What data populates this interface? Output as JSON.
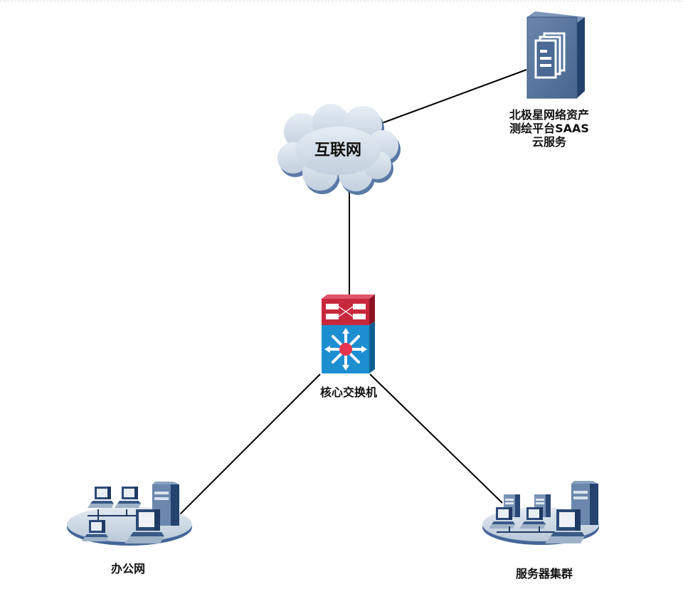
{
  "diagram": {
    "type": "network-topology",
    "nodes": {
      "saas": {
        "label_lines": [
          "北极星网络资产",
          "测绘平台SAAS",
          "云服务"
        ],
        "icon": "document-server-icon"
      },
      "internet": {
        "label": "互联网",
        "icon": "cloud-icon"
      },
      "core_switch": {
        "label": "核心交换机",
        "icon": "layer3-switch-icon"
      },
      "office": {
        "label": "办公网",
        "icon": "office-network-icon"
      },
      "servers": {
        "label": "服务器集群",
        "icon": "server-cluster-icon"
      }
    },
    "edges": [
      {
        "from": "internet",
        "to": "saas"
      },
      {
        "from": "internet",
        "to": "core_switch"
      },
      {
        "from": "core_switch",
        "to": "office"
      },
      {
        "from": "core_switch",
        "to": "servers"
      }
    ],
    "colors": {
      "link": "#000000",
      "cloud_fill": "#d3dde8",
      "cloud_shadow": "#5b7ba6",
      "server_face": "#54739c",
      "server_side": "#2c4a75",
      "switch_red": "#c8283c",
      "switch_blue": "#1d8fd1",
      "switch_hub": "#e8344e",
      "platform": "#c9d6e3",
      "device_dark": "#2b4a78"
    }
  }
}
